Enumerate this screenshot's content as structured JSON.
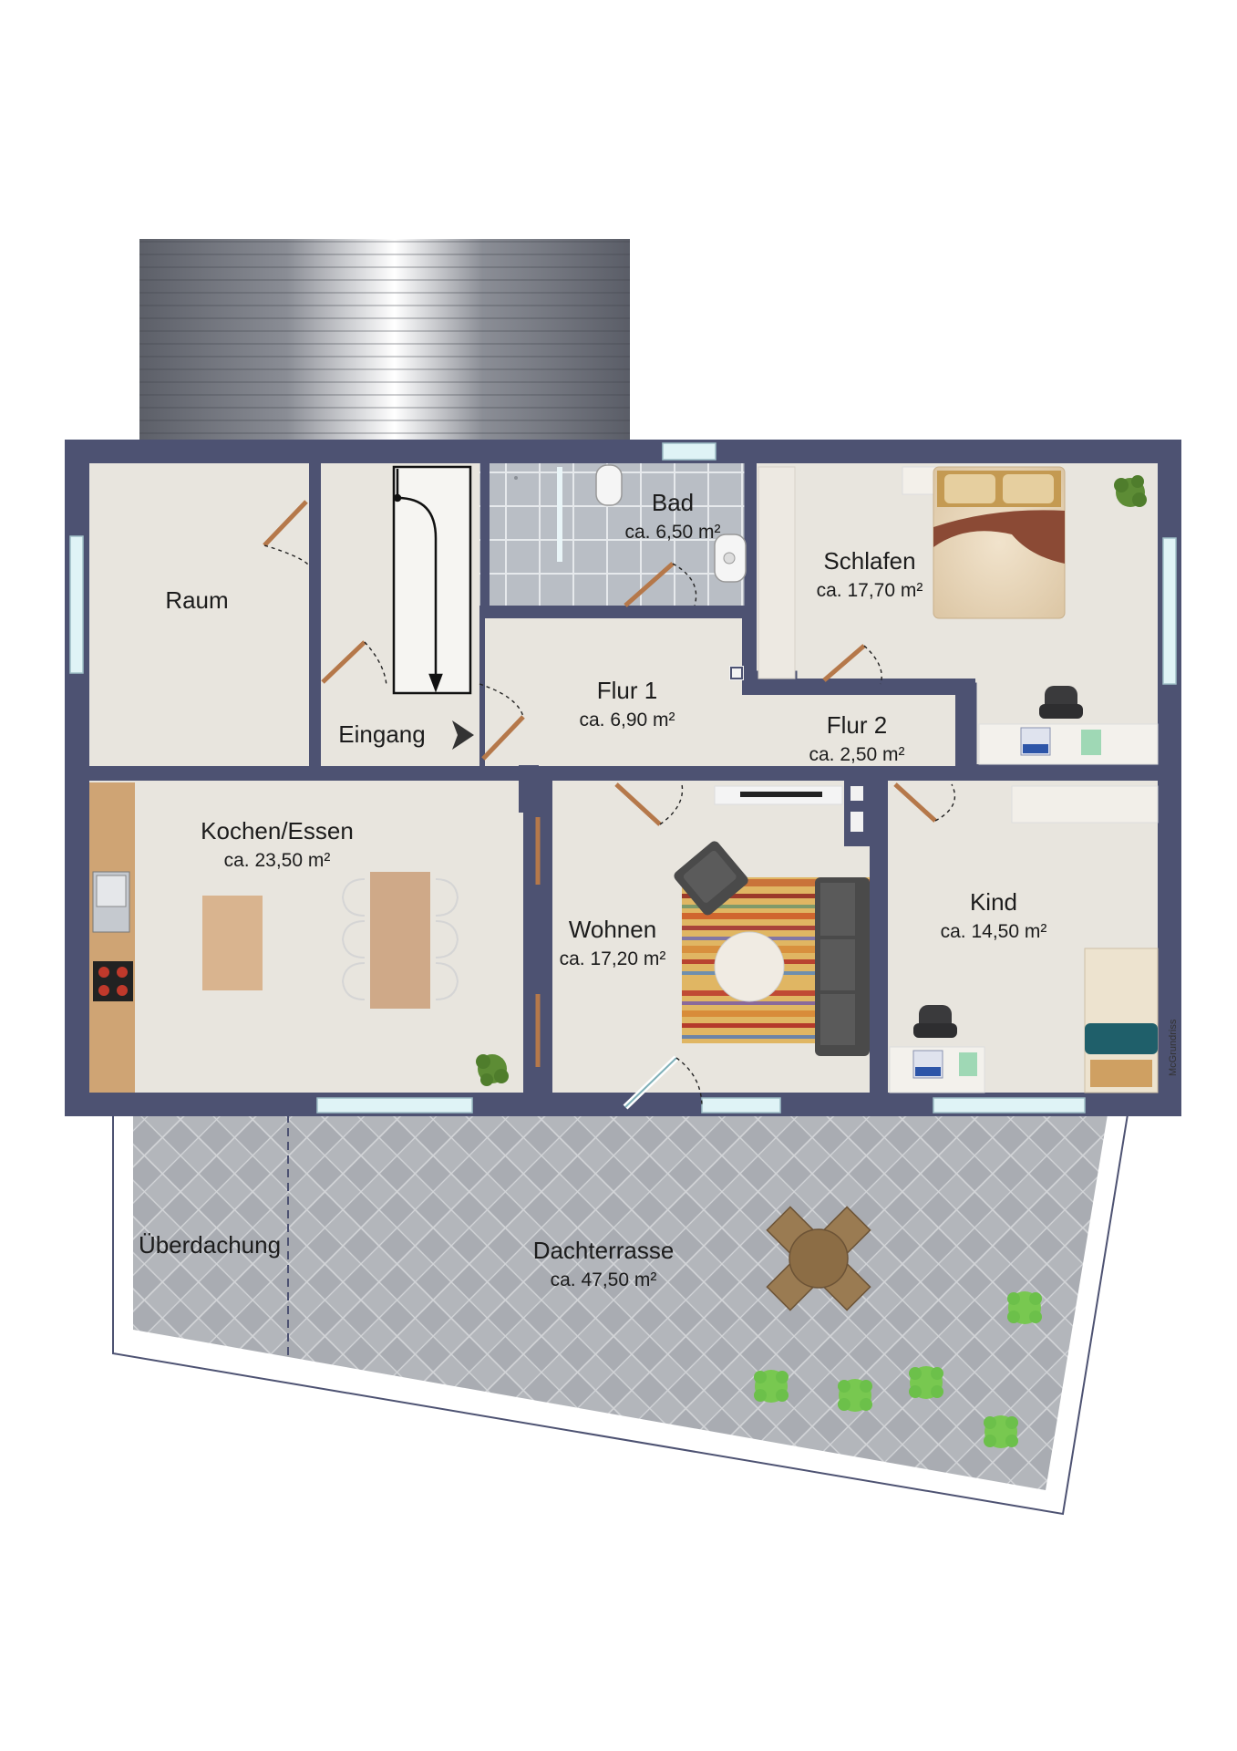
{
  "rooms": {
    "raum": {
      "name": "Raum"
    },
    "bad": {
      "name": "Bad",
      "area": "ca. 6,50 m²"
    },
    "schlafen": {
      "name": "Schlafen",
      "area": "ca. 17,70 m²"
    },
    "flur1": {
      "name": "Flur 1",
      "area": "ca. 6,90 m²"
    },
    "flur2": {
      "name": "Flur 2",
      "area": "ca. 2,50 m²"
    },
    "eingang": {
      "name": "Eingang"
    },
    "kochen": {
      "name": "Kochen/Essen",
      "area": "ca. 23,50 m²"
    },
    "wohnen": {
      "name": "Wohnen",
      "area": "ca. 17,20 m²"
    },
    "kind": {
      "name": "Kind",
      "area": "ca. 14,50 m²"
    },
    "terrasse": {
      "name": "Dachterrasse",
      "area": "ca. 47,50 m²"
    },
    "ueberdachung": {
      "name": "Überdachung"
    }
  },
  "credit": "McGrundriss",
  "colors": {
    "wall": "#4d5272",
    "floor": "#e8e5de",
    "bath_tile": "#b9bec5",
    "terrace_tile": "#b3b6bb",
    "window": "#dff3f6",
    "door": "#b5784a",
    "kitchen_counter": "#cfa474",
    "table_wood": "#cfa988"
  }
}
